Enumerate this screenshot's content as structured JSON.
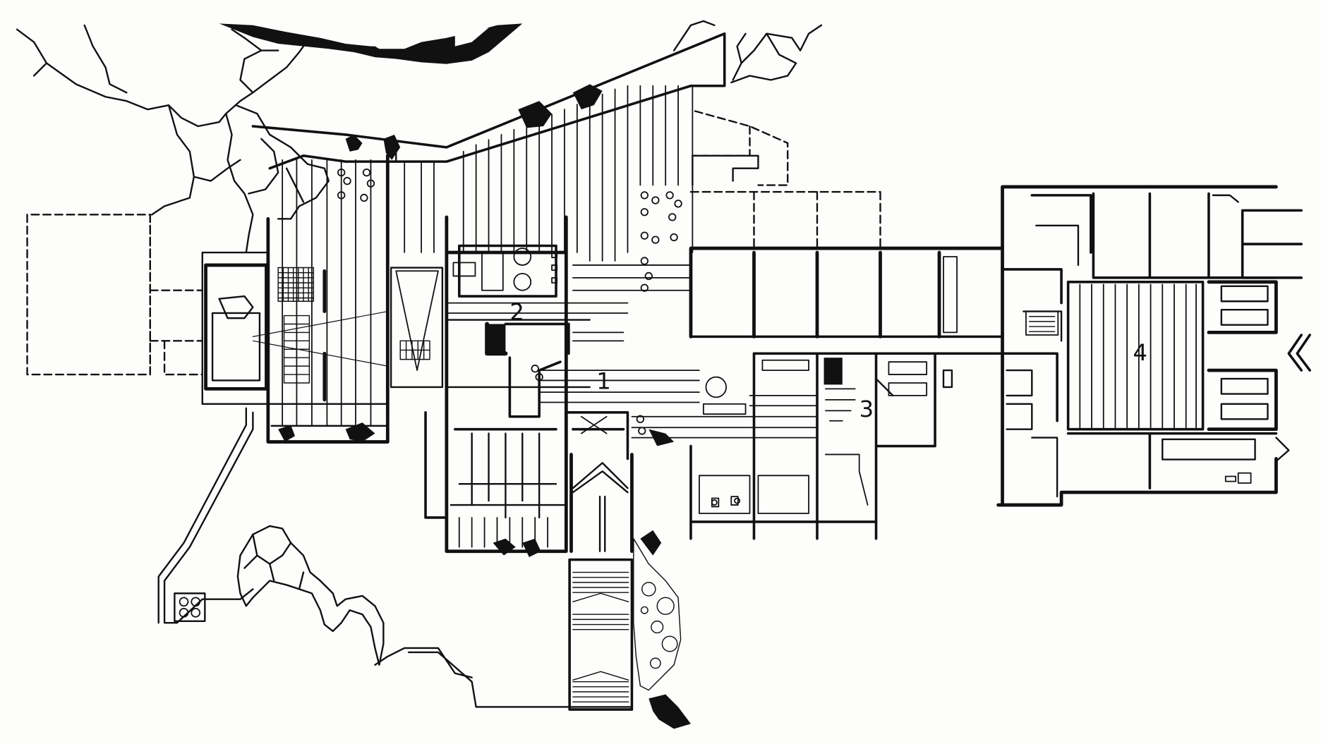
{
  "drawing": {
    "type": "architectural floor plan",
    "ink_color": "#111111",
    "paper_color": "#fdfdfc",
    "room_labels": [
      "1",
      "2",
      "3",
      "4"
    ],
    "entrance_symbol": "«"
  }
}
